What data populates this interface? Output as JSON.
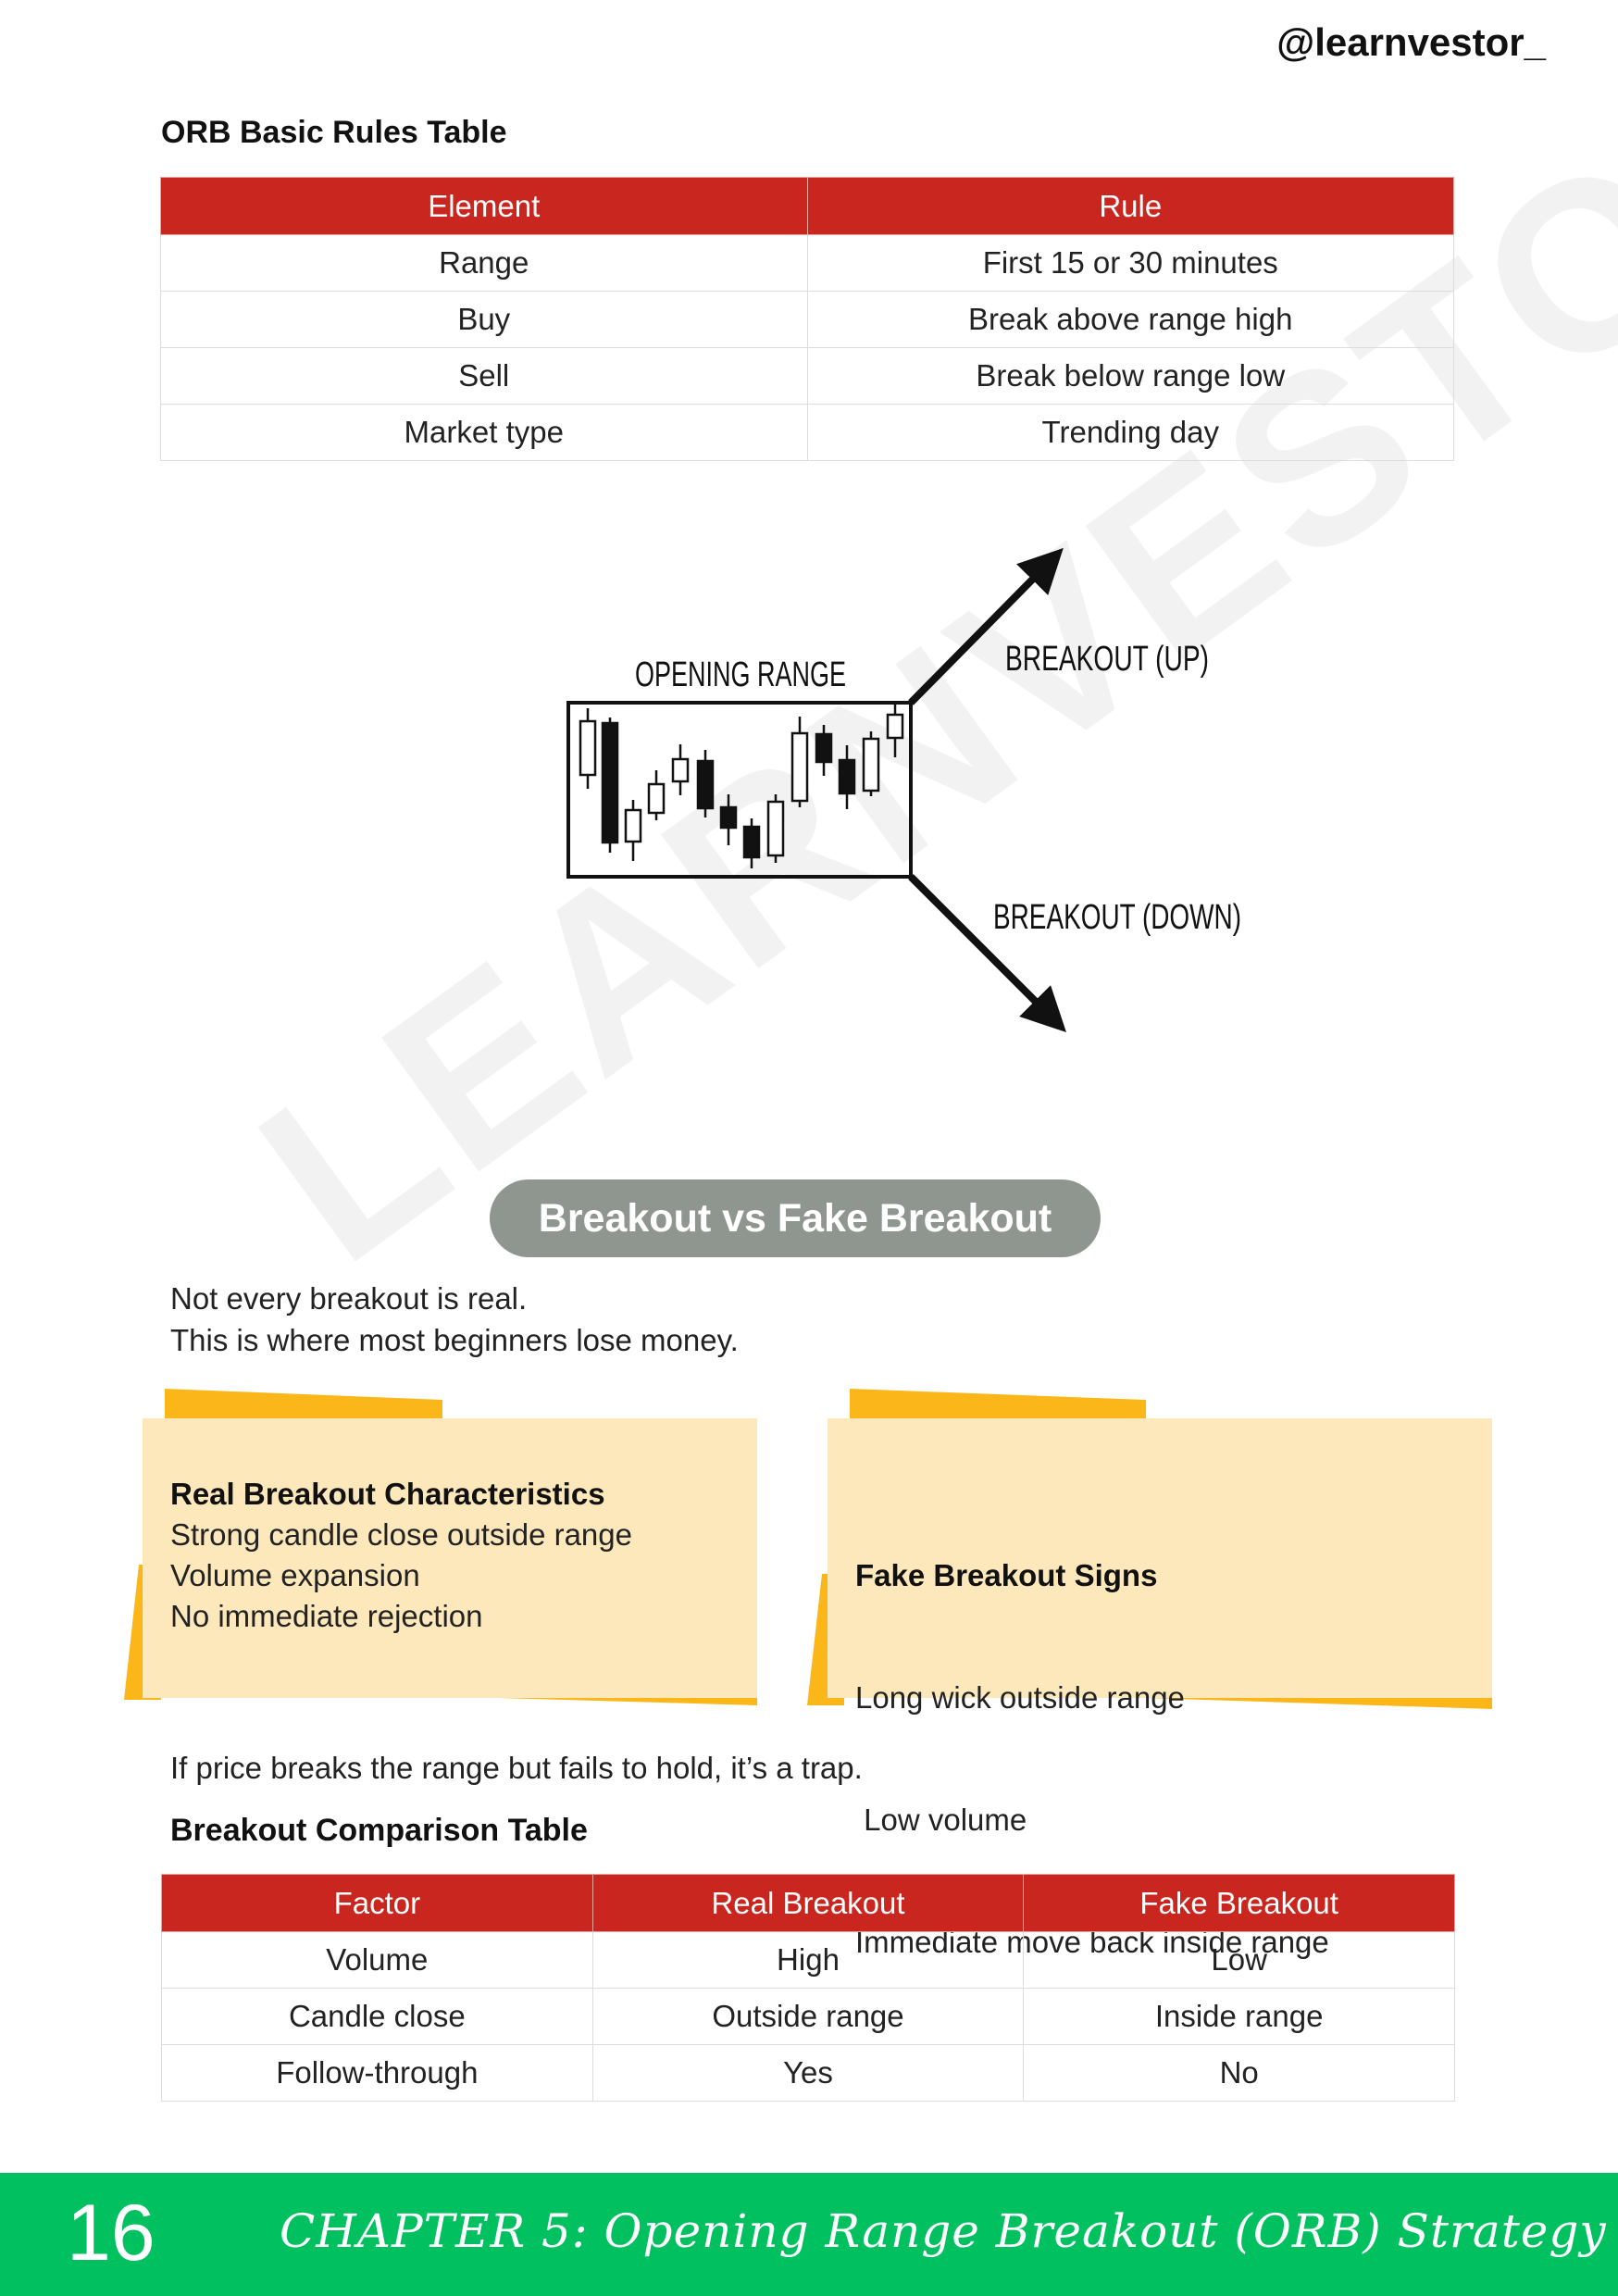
{
  "header": {
    "handle": "@learnvestor_"
  },
  "orb_table": {
    "title": "ORB Basic Rules Table",
    "headers": [
      "Element",
      "Rule"
    ],
    "rows": [
      [
        "Range",
        "First 15 or 30 minutes"
      ],
      [
        "Buy",
        "Break above range high"
      ],
      [
        "Sell",
        "Break below range low"
      ],
      [
        "Market type",
        "Trending day"
      ]
    ]
  },
  "diagram": {
    "range_label": "OPENING RANGE",
    "up_label": "BREAKOUT (UP)",
    "down_label": "BREAKOUT (DOWN)"
  },
  "watermark": "LEARNVESTOR",
  "section": {
    "title": "Breakout vs Fake Breakout",
    "intro_lines": [
      "Not every breakout is real.",
      "This is where most beginners lose money."
    ]
  },
  "cards": {
    "real": {
      "title": "Real Breakout Characteristics",
      "items": [
        "Strong candle close outside range",
        "Volume expansion",
        "No immediate rejection"
      ]
    },
    "fake": {
      "title": "Fake Breakout Signs",
      "items": [
        "Long wick outside range",
        " Low volume",
        "Immediate move back inside range"
      ]
    }
  },
  "trap_note": "If price breaks the range but fails to hold, it’s a trap.",
  "comparison_table": {
    "title": "Breakout Comparison Table",
    "headers": [
      "Factor",
      "Real Breakout",
      "Fake Breakout"
    ],
    "rows": [
      [
        "Volume",
        "High",
        "Low"
      ],
      [
        "Candle close",
        "Outside range",
        "Inside range"
      ],
      [
        "Follow-through",
        "Yes",
        "No"
      ]
    ]
  },
  "footer": {
    "page_number": "16",
    "chapter": "CHAPTER 5: Opening Range Breakout (ORB) Strategy"
  },
  "colors": {
    "table_header": "#c8261e",
    "pill": "#8f9690",
    "card_fill": "#fde8bc",
    "card_accent": "#fbb61a",
    "footer": "#00c060"
  }
}
